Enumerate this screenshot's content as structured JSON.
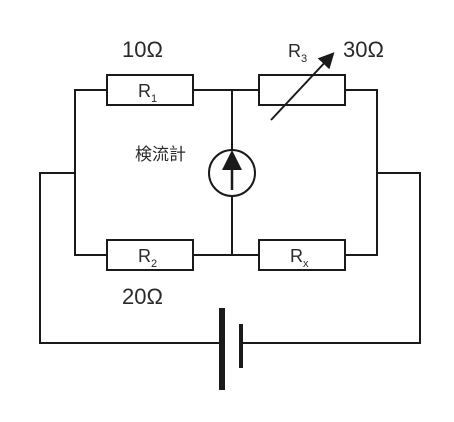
{
  "resistors": {
    "r1": {
      "name": "R",
      "sub": "1",
      "value": "10Ω"
    },
    "r2": {
      "name": "R",
      "sub": "2",
      "value": "20Ω"
    },
    "r3": {
      "name": "R",
      "sub": "3",
      "value": "30Ω"
    },
    "rx": {
      "name": "R",
      "sub": "x"
    }
  },
  "galvanometer": {
    "label": "検流計"
  }
}
